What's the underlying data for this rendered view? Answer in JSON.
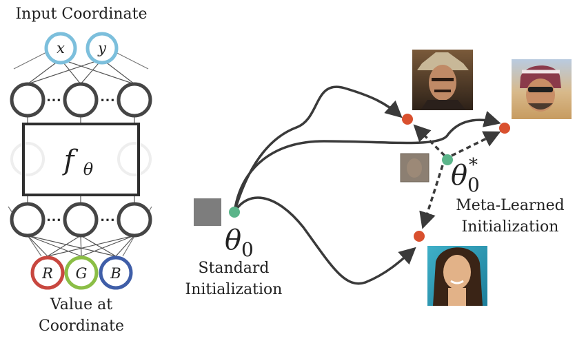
{
  "network": {
    "input_title": "Input Coordinate",
    "input_nodes": [
      {
        "label": "x",
        "color": "#7cbfdc"
      },
      {
        "label": "y",
        "color": "#7cbfdc"
      }
    ],
    "function_label": "f",
    "function_subscript": "θ",
    "ellipsis": "⋯",
    "output_nodes": [
      {
        "label": "R",
        "color": "#c8473f"
      },
      {
        "label": "G",
        "color": "#8bbe46"
      },
      {
        "label": "B",
        "color": "#3f5ea8"
      }
    ],
    "output_title_line1": "Value at",
    "output_title_line2": "Coordinate"
  },
  "init": {
    "standard_symbol": "θ",
    "standard_subscript": "0",
    "standard_label_line1": "Standard",
    "standard_label_line2": "Initialization",
    "meta_symbol": "θ",
    "meta_subscript": "0",
    "meta_superscript": "*",
    "meta_label_line1": "Meta-Learned",
    "meta_label_line2": "Initialization"
  },
  "colors": {
    "init_point": "#5bb58a",
    "target_point": "#d9502e",
    "arrow": "#3a3a3a",
    "node_stroke": "#454545"
  }
}
